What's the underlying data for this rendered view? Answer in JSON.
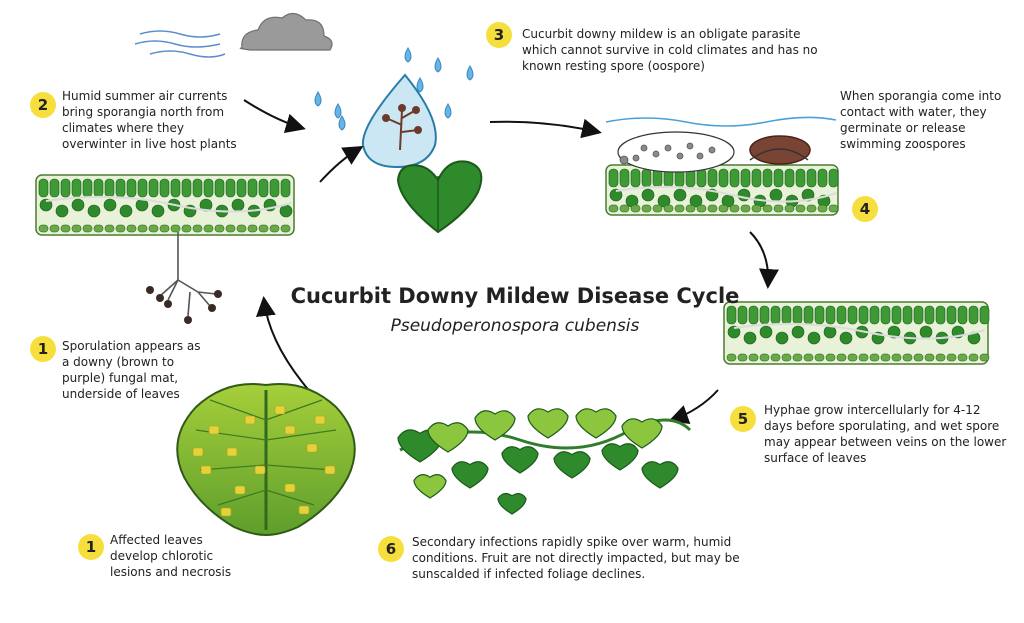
{
  "title": "Cucurbit Downy Mildew Disease Cycle",
  "subtitle": "Pseudoperonospora cubensis",
  "steps": [
    {
      "number": "2",
      "text": "Humid summer air currents bring sporangia north from climates where they overwinter in live host plants"
    },
    {
      "number": "3",
      "text": "Cucurbit downy mildew is an obligate parasite which cannot survive in cold climates and has no known resting spore (oospore)"
    },
    {
      "number": "",
      "text": "When sporangia come into contact with water, they germinate or release swimming zoospores"
    },
    {
      "number": "4",
      "text": ""
    },
    {
      "number": "5",
      "text": "Hyphae grow intercellularly for 4-12 days before sporulating, and wet spore may appear between veins on the lower surface of leaves"
    },
    {
      "number": "6",
      "text": "Secondary infections rapidly spike over warm, humid conditions. Fruit are not directly impacted, but may be sunscalded if infected foliage declines."
    },
    {
      "number": "1",
      "text": "Affected leaves develop chlorotic lesions and necrosis"
    },
    {
      "number": "1",
      "text": "Sporulation appears as a downy (brown to purple) fungal mat, underside of leaves"
    }
  ],
  "colors": {
    "badge": "#f6df3c",
    "leaf_dark": "#2f7d2b",
    "leaf_light": "#7cbf3a",
    "cell_green": "#3e9a35",
    "water_blue": "#8fc7e6",
    "cloud_grey": "#9a9a9a",
    "spore_brown": "#6b3b2a",
    "lesion_yellow": "#e3d23a"
  }
}
